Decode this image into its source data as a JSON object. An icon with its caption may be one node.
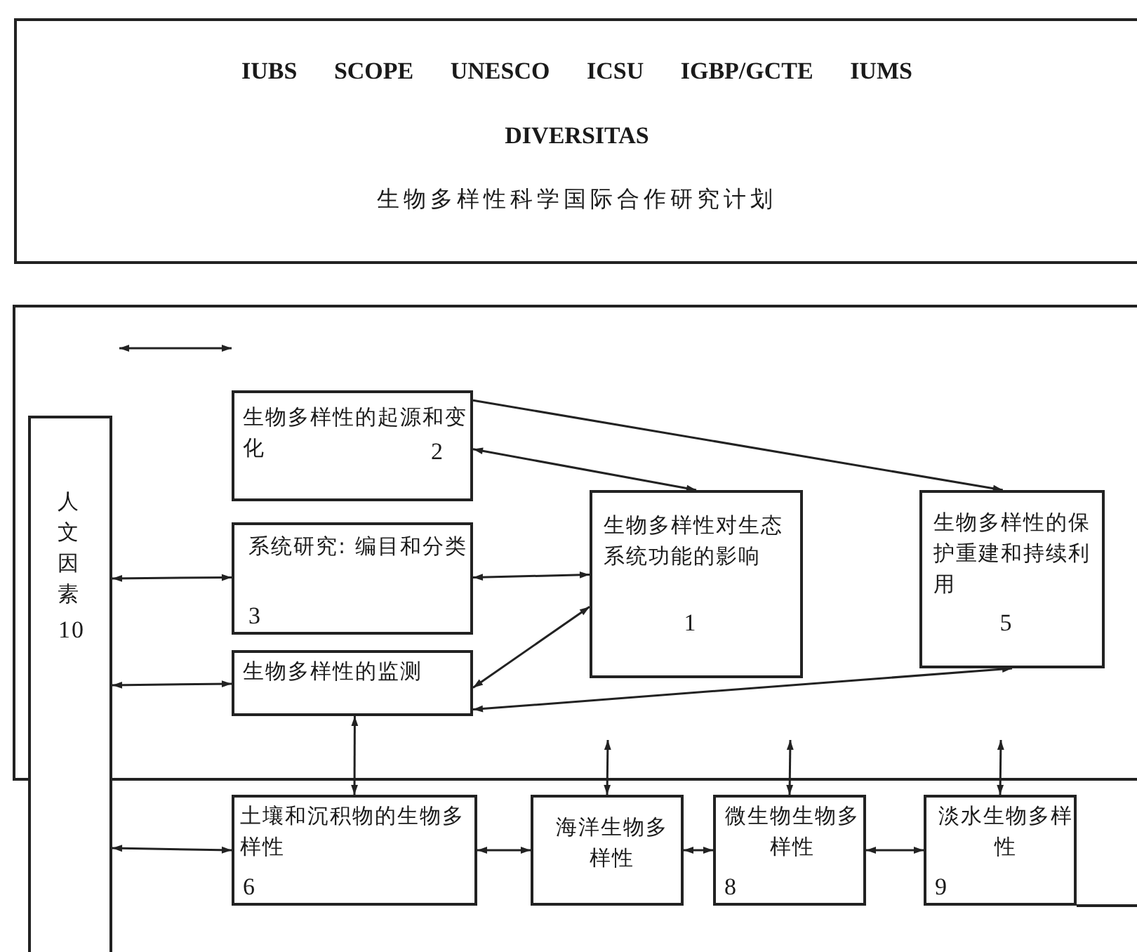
{
  "diagram": {
    "nodes": [
      {
        "text": [
          "IUBS SCOPE UNESCO ICSU IGBP/GCTE IUMS",
          "DIVERSITAS",
          "生物多样性科学国际合作研究计划"
        ]
      },
      {
        "text": [
          "人文因素",
          "10"
        ]
      },
      {
        "text": [
          "生物多样性的起源和变化",
          "2"
        ]
      },
      {
        "text": [
          "系统研究: 编目和分类",
          "3"
        ]
      },
      {
        "text": [
          "生物多样性的监测"
        ]
      },
      {
        "text": [
          "生物多样性对生态系统功能的影响",
          "1"
        ]
      },
      {
        "text": [
          "生物多样性的保护重建和持续利用",
          "5"
        ]
      },
      {
        "text": [
          "土壤和沉积物的生物多样性",
          "6"
        ]
      },
      {
        "text": [
          "海洋生物多样性"
        ]
      },
      {
        "text": [
          "微生物生物多样性",
          "8"
        ]
      },
      {
        "text": [
          "淡水生物多样性",
          "9"
        ]
      }
    ],
    "edges": [
      {
        "from": 2,
        "to": 6,
        "arrow": "to"
      },
      {
        "from": 5,
        "to": 2,
        "arrow": "both"
      },
      {
        "from": 1,
        "to": 3,
        "arrow": "both"
      },
      {
        "from": 3,
        "to": 5,
        "arrow": "both"
      },
      {
        "from": 1,
        "to": 4,
        "arrow": "both"
      },
      {
        "from": 4,
        "to": 5,
        "arrow": "both"
      },
      {
        "from": 6,
        "to": 4,
        "arrow": "both"
      },
      {
        "from": 4,
        "to": 7,
        "arrow": "both"
      },
      {
        "from": 8,
        "to": null,
        "arrow": "both"
      },
      {
        "from": 9,
        "to": null,
        "arrow": "both"
      },
      {
        "from": 10,
        "to": null,
        "arrow": "both"
      },
      {
        "from": 1,
        "to": 7,
        "arrow": "both"
      },
      {
        "from": 7,
        "to": 8,
        "arrow": "both"
      },
      {
        "from": 8,
        "to": 9,
        "arrow": "both"
      },
      {
        "from": 9,
        "to": 10,
        "arrow": "both"
      }
    ]
  }
}
